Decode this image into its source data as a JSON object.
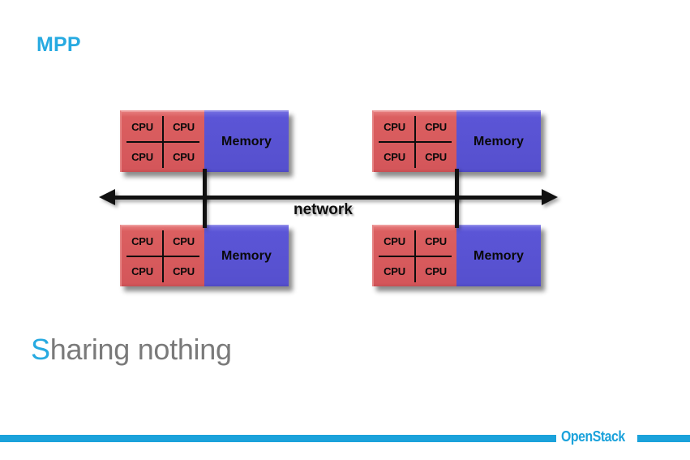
{
  "slide": {
    "title": "MPP",
    "caption_accent": "S",
    "caption_rest": "haring nothing",
    "caption_full": "Sharing nothing",
    "background_color": "#ffffff",
    "accent_color": "#27AAE1",
    "caption_color": "#7A7A7A"
  },
  "diagram": {
    "network_label": "network",
    "cpu_label": "CPU",
    "memory_label": "Memory",
    "cpu_block_color": "#DB5F60",
    "memory_block_color": "#5B55D6",
    "line_color": "#111111",
    "nodes": [
      {
        "id": "node-top-left",
        "cpus": [
          "CPU",
          "CPU",
          "CPU",
          "CPU"
        ],
        "memory": "Memory"
      },
      {
        "id": "node-top-right",
        "cpus": [
          "CPU",
          "CPU",
          "CPU",
          "CPU"
        ],
        "memory": "Memory"
      },
      {
        "id": "node-bottom-left",
        "cpus": [
          "CPU",
          "CPU",
          "CPU",
          "CPU"
        ],
        "memory": "Memory"
      },
      {
        "id": "node-bottom-right",
        "cpus": [
          "CPU",
          "CPU",
          "CPU",
          "CPU"
        ],
        "memory": "Memory"
      }
    ]
  },
  "footer": {
    "logo": "OpenStack",
    "bar_color": "#1BA2DB"
  }
}
